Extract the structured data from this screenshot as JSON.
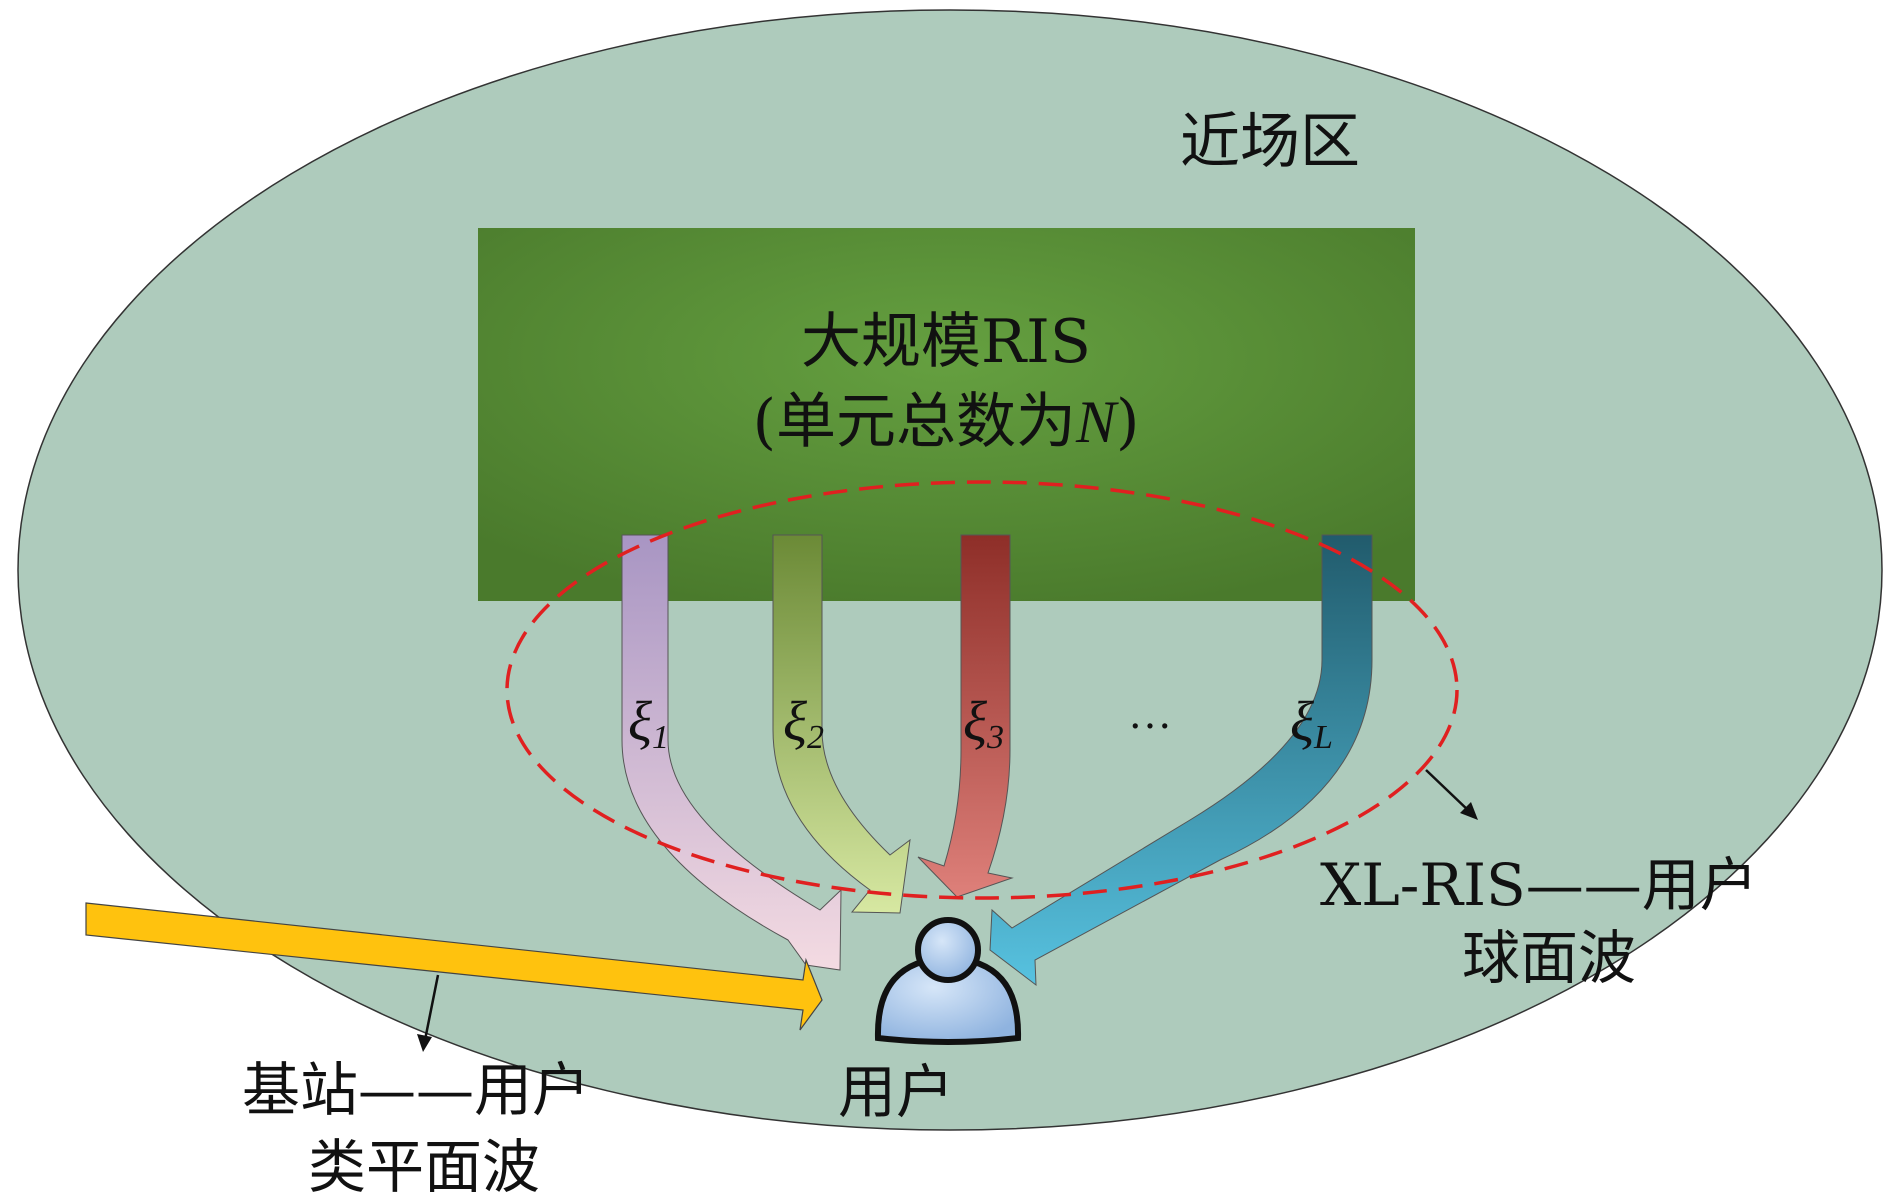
{
  "labels": {
    "near_field": "近场区",
    "ris_title": "大规模RIS",
    "ris_sub_open": "(单元总数为",
    "ris_sub_var": "N",
    "ris_sub_close": ")",
    "ellipsis": "…",
    "xl_line1": "XL-RIS——用户",
    "xl_line2": "球面波",
    "user": "用户",
    "bs_line1": "基站——用户",
    "bs_line2": "类平面波"
  },
  "paths": [
    {
      "symbol": "ξ",
      "sub": "1",
      "color_top": "#a895c3",
      "color_bottom": "#f4dbe2"
    },
    {
      "symbol": "ξ",
      "sub": "2",
      "color_top": "#6b8a36",
      "color_bottom": "#d7e8a2"
    },
    {
      "symbol": "ξ",
      "sub": "3",
      "color_top": "#8e2e28",
      "color_bottom": "#de807a"
    },
    {
      "symbol": "ξ",
      "sub": "L",
      "color_top": "#215b6c",
      "color_bottom": "#57c2e0"
    }
  ],
  "colors": {
    "near_field_fill": "#aecbbc",
    "ris_center": "#65a040",
    "ris_edge": "#4a7a2c",
    "plane_wave": "#ffc20e",
    "dashed_boundary": "#e02020",
    "user_icon": "#8fb3df"
  }
}
